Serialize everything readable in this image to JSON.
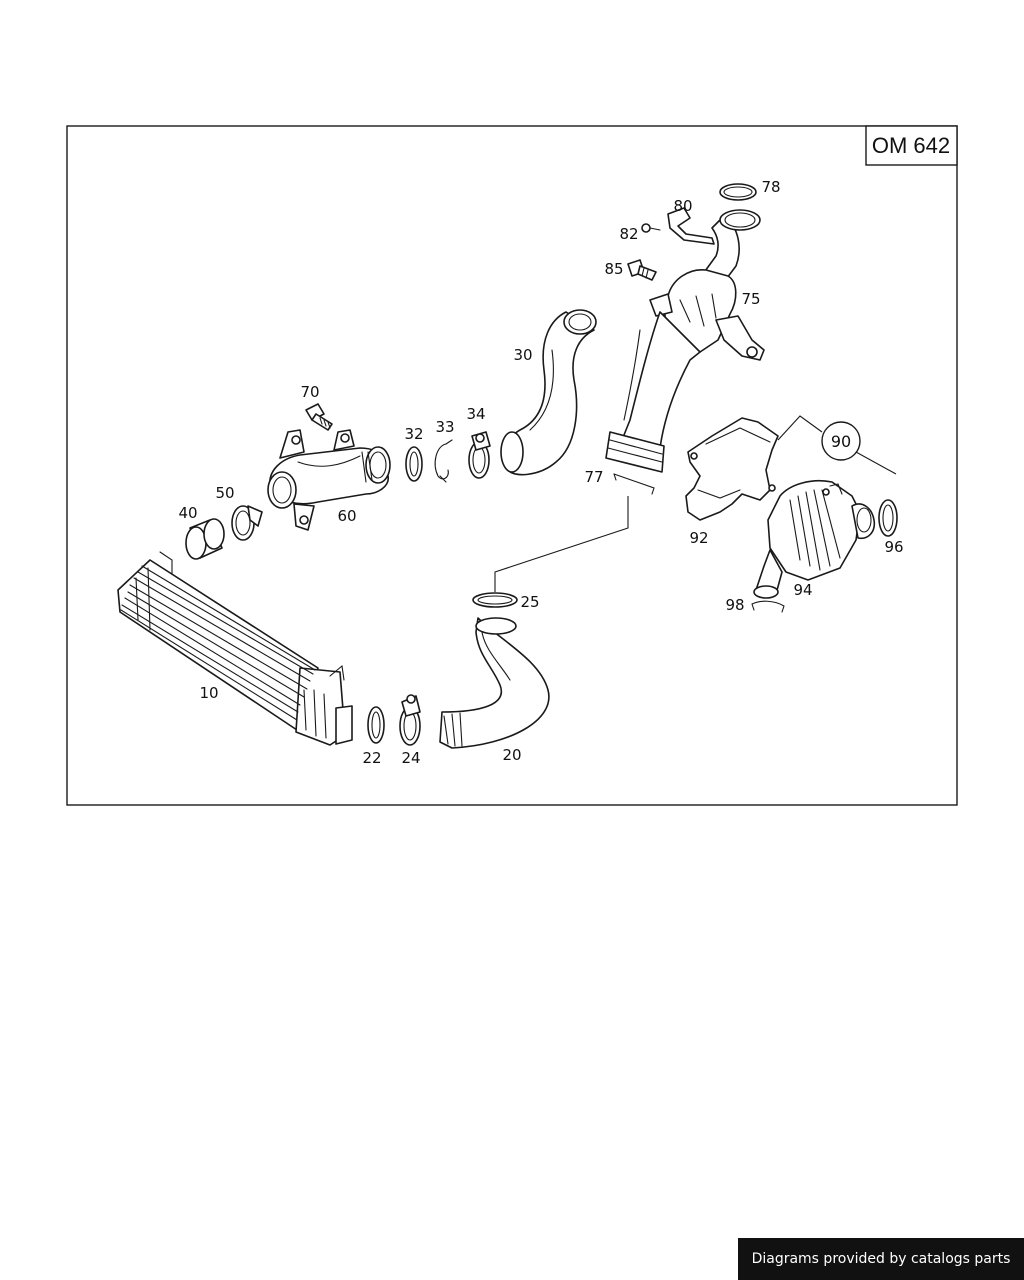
{
  "diagram": {
    "engine_badge": "OM 642",
    "group_callout": "90",
    "labels": {
      "p10": "10",
      "p20": "20",
      "p22": "22",
      "p24": "24",
      "p25": "25",
      "p30": "30",
      "p32": "32",
      "p33": "33",
      "p34": "34",
      "p40": "40",
      "p50": "50",
      "p60": "60",
      "p70": "70",
      "p75": "75",
      "p77": "77",
      "p78": "78",
      "p80": "80",
      "p82": "82",
      "p85": "85",
      "p92": "92",
      "p94": "94",
      "p96": "96",
      "p98": "98"
    }
  },
  "footer": {
    "credit": "Diagrams provided by catalogs parts"
  },
  "colors": {
    "line": "#1a1a1a",
    "background": "#ffffff",
    "footer_bg": "#111111",
    "footer_text": "#ffffff"
  }
}
